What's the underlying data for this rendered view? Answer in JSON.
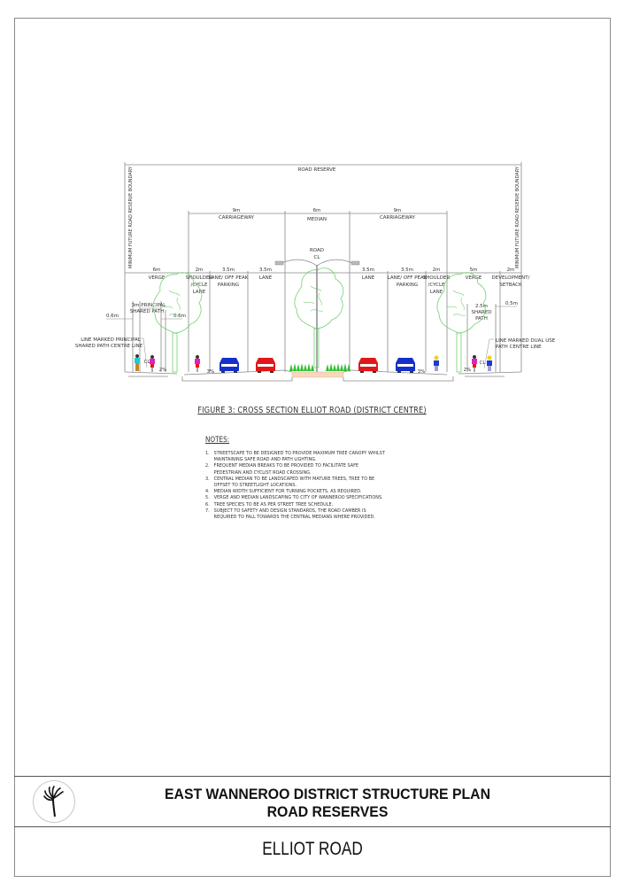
{
  "drawing": {
    "road_reserve_label": "ROAD RESERVE",
    "boundary_label": "MINIMUM FUTURE ROAD RESERVE BOUNDARY",
    "road_cl_label": [
      "ROAD",
      "CL"
    ],
    "cl_label": "CL",
    "carriageway_left": {
      "width": "9m",
      "label": "CARRIAGEWAY"
    },
    "median": {
      "width": "6m",
      "label": "MEDIAN"
    },
    "carriageway_right": {
      "width": "9m",
      "label": "CARRIAGEWAY"
    },
    "left_segments": [
      {
        "width": "6m",
        "label": [
          "VERGE"
        ]
      },
      {
        "width": "2m",
        "label": [
          "SHOULDER",
          "/CYCLE",
          "LANE"
        ]
      },
      {
        "width": "3.5m",
        "label": [
          "LANE/ OFF PEAK",
          "PARKING"
        ]
      },
      {
        "width": "3.5m",
        "label": [
          "LANE"
        ]
      }
    ],
    "right_segments": [
      {
        "width": "3.5m",
        "label": [
          "LANE"
        ]
      },
      {
        "width": "3.5m",
        "label": [
          "LANE/ OFF PEAK",
          "PARKING"
        ]
      },
      {
        "width": "2m",
        "label": [
          "SHOULDER",
          "/CYCLE",
          "LANE"
        ]
      },
      {
        "width": "5m",
        "label": [
          "VERGE"
        ]
      },
      {
        "width": "2m",
        "label": [
          "DEVELOPMENT/",
          "SETBACK"
        ]
      }
    ],
    "left_path": {
      "label": [
        "3m PRINCIPAL",
        "SHARED PATH"
      ],
      "offset_outer": "0.6m",
      "offset_inner": "0.6m",
      "centre_line_note": [
        "LINE MARKED PRINCIPAL",
        "SHARED PATH CENTRE LINE"
      ]
    },
    "right_path": {
      "label": [
        "2.5m",
        "SHARED",
        "PATH"
      ],
      "offset": "0.5m",
      "centre_line_note": [
        "LINE MARKED DUAL USE",
        "PATH CENTRE LINE"
      ]
    },
    "crossfalls": [
      "2%",
      "3%",
      "3%",
      "2%"
    ],
    "colors": {
      "line": "#8a8a8a",
      "tree": "#6fd36f",
      "shrub": "#2fbf2f",
      "car_red": "#e01818",
      "car_blue": "#1530c8",
      "median_fill": "#f5d9bf"
    }
  },
  "figure_caption": "FIGURE 3: CROSS SECTION ELLIOT ROAD (DISTRICT CENTRE)",
  "notes": {
    "title": "NOTES:",
    "items": [
      {
        "num": "1.",
        "text": "STREETSCAPE TO BE DESIGNED TO PROVIDE MAXIMUM TREE CANOPY WHILST\nMAINTAINING SAFE ROAD AND PATH LIGHTING."
      },
      {
        "num": "2.",
        "text": "FREQUENT MEDIAN BREAKS TO BE PROVIDED TO FACILITATE SAFE\nPEDESTRIAN AND CYCLIST ROAD CROSSING."
      },
      {
        "num": "3.",
        "text": "CENTRAL MEDIAN TO BE LANDSCAPED WITH MATURE TREES, TREE TO BE\nOFFSET TO STREETLIGHT LOCATIONS."
      },
      {
        "num": "4.",
        "text": "MEDIAN WIDTH SUFFICIENT FOR TURNING POCKETS, AS REQUIRED."
      },
      {
        "num": "5.",
        "text": "VERGE AND MEDIAN LANDSCAPING TO CITY OF WANNEROO SPECIFICATIONS."
      },
      {
        "num": "6.",
        "text": "TREE SPECIES TO BE AS PER STREET TREE SCHEDULE."
      },
      {
        "num": "7.",
        "text": "SUBJECT TO SAFETY AND DESIGN STANDARDS, THE ROAD CAMBER IS\nREQUIRED TO FALL TOWARDS THE CENTRAL MEDIANS WHERE PROVIDED."
      }
    ]
  },
  "title_block": {
    "logo": "kangaroo-paw-logo-icon",
    "title_line1": "EAST WANNEROO DISTRICT STRUCTURE PLAN",
    "title_line2": "ROAD RESERVES",
    "road_name": "ELLIOT ROAD"
  }
}
